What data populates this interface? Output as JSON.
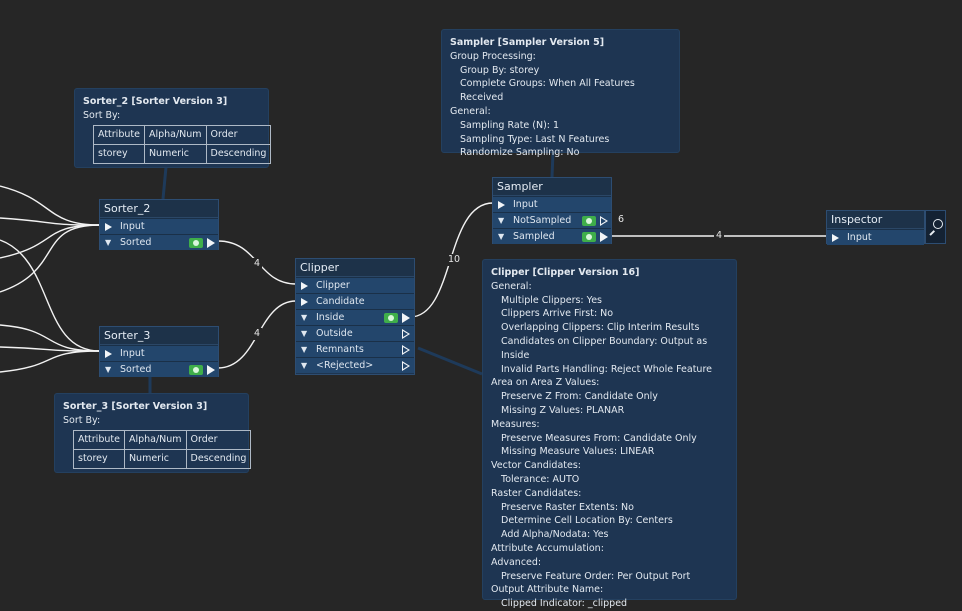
{
  "nodes": {
    "sorter2": {
      "title": "Sorter_2",
      "ports": {
        "input": "Input",
        "sorted": "Sorted"
      }
    },
    "sorter3": {
      "title": "Sorter_3",
      "ports": {
        "input": "Input",
        "sorted": "Sorted"
      }
    },
    "clipper": {
      "title": "Clipper",
      "ports": {
        "clipper": "Clipper",
        "candidate": "Candidate",
        "inside": "Inside",
        "outside": "Outside",
        "remnants": "Remnants",
        "rejected": "<Rejected>"
      }
    },
    "sampler": {
      "title": "Sampler",
      "ports": {
        "input": "Input",
        "not_sampled": "NotSampled",
        "sampled": "Sampled"
      }
    },
    "inspector": {
      "title": "Inspector",
      "ports": {
        "input": "Input"
      }
    }
  },
  "counts": {
    "sorter2_sorted": "4",
    "sorter3_sorted": "4",
    "clipper_inside": "10",
    "sampler_not_sampled": "6",
    "sampler_sampled": "4"
  },
  "annotations": {
    "sorter2": {
      "title": "Sorter_2 [Sorter Version 3]",
      "sort_by": "Sort By:",
      "headers": [
        "Attribute",
        "Alpha/Num",
        "Order"
      ],
      "row": [
        "storey",
        "Numeric",
        "Descending"
      ]
    },
    "sorter3": {
      "title": "Sorter_3 [Sorter Version 3]",
      "sort_by": "Sort By:",
      "headers": [
        "Attribute",
        "Alpha/Num",
        "Order"
      ],
      "row": [
        "storey",
        "Numeric",
        "Descending"
      ]
    },
    "sampler": {
      "title": "Sampler [Sampler Version 5]",
      "lines": [
        {
          "text": "Group Processing:",
          "indent": 0
        },
        {
          "text": "Group By: storey",
          "indent": 1
        },
        {
          "text": "Complete Groups: When All Features Received",
          "indent": 1
        },
        {
          "text": "General:",
          "indent": 0
        },
        {
          "text": "Sampling Rate (N): 1",
          "indent": 1
        },
        {
          "text": "Sampling Type: Last N Features",
          "indent": 1
        },
        {
          "text": "Randomize Sampling: No",
          "indent": 1
        }
      ]
    },
    "clipper": {
      "title": "Clipper [Clipper Version 16]",
      "lines": [
        {
          "text": "General:",
          "indent": 0
        },
        {
          "text": "Multiple Clippers: Yes",
          "indent": 1
        },
        {
          "text": "Clippers Arrive First: No",
          "indent": 1
        },
        {
          "text": "Overlapping Clippers: Clip Interim Results",
          "indent": 1
        },
        {
          "text": "Candidates on Clipper Boundary: Output as Inside",
          "indent": 1
        },
        {
          "text": "Invalid Parts Handling: Reject Whole Feature",
          "indent": 1
        },
        {
          "text": "Area on Area Z Values:",
          "indent": 0
        },
        {
          "text": "Preserve Z From: Candidate Only",
          "indent": 1
        },
        {
          "text": "Missing Z Values: PLANAR",
          "indent": 1
        },
        {
          "text": "Measures:",
          "indent": 0
        },
        {
          "text": "Preserve Measures From: Candidate Only",
          "indent": 1
        },
        {
          "text": "Missing Measure Values: LINEAR",
          "indent": 1
        },
        {
          "text": "Vector Candidates:",
          "indent": 0
        },
        {
          "text": "Tolerance: AUTO",
          "indent": 1
        },
        {
          "text": "Raster Candidates:",
          "indent": 0
        },
        {
          "text": "Preserve Raster Extents: No",
          "indent": 1
        },
        {
          "text": "Determine Cell Location By: Centers",
          "indent": 1
        },
        {
          "text": "Add Alpha/Nodata: Yes",
          "indent": 1
        },
        {
          "text": "Attribute Accumulation:",
          "indent": 0
        },
        {
          "text": "Advanced:",
          "indent": 0
        },
        {
          "text": "Preserve Feature Order: Per Output Port",
          "indent": 1
        },
        {
          "text": "Output Attribute Name:",
          "indent": 0
        },
        {
          "text": "Clipped Indicator: _clipped",
          "indent": 1
        }
      ]
    }
  },
  "colors": {
    "canvas": "#262626",
    "node": "#1e3550",
    "port": "#23466c",
    "eye": "#3fae4a",
    "wire": "#ffffff",
    "annotation_line": "#1e3a5a"
  },
  "icons": {
    "input_port": "input-triangle-icon",
    "output_port": "output-triangle-icon",
    "expand": "chevron-down-icon",
    "visibility": "eye-icon",
    "inspect": "magnifier-icon"
  }
}
